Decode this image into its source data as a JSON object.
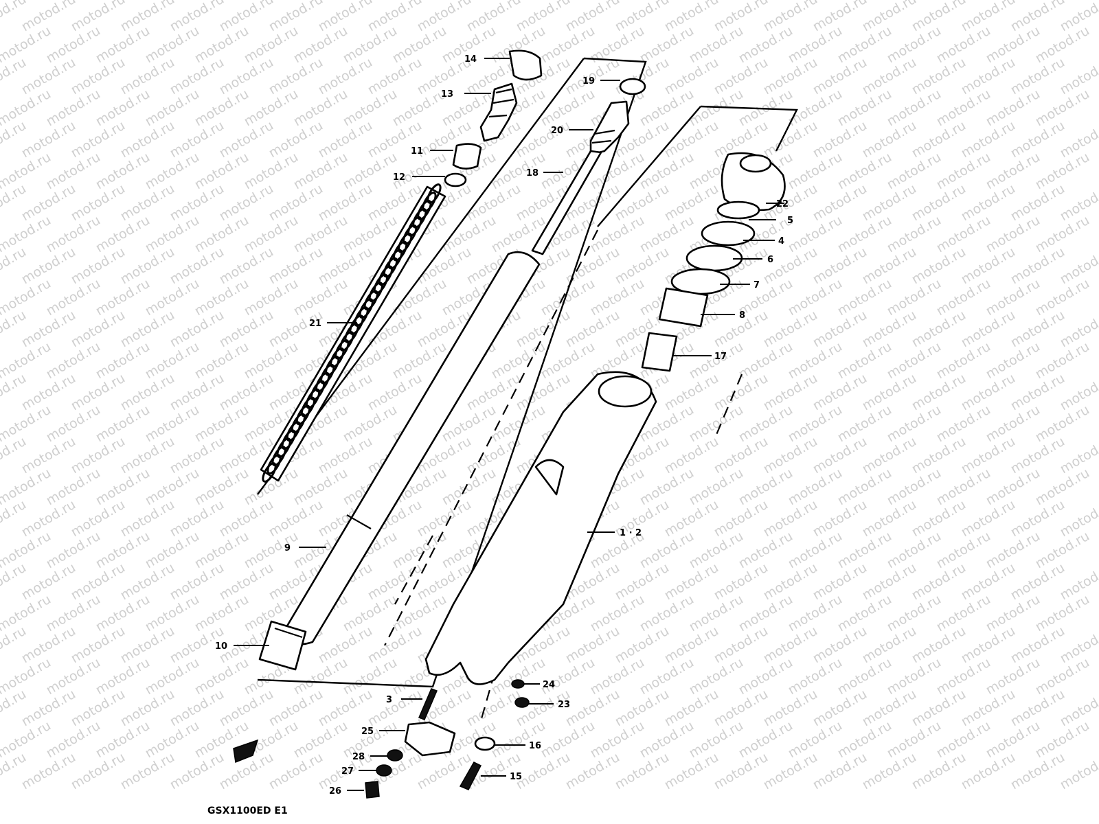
{
  "watermark": {
    "text": "motod.ru"
  },
  "diagram": {
    "model_code": "GSX1100ED E1",
    "callouts": [
      {
        "id": "c14",
        "label": "14"
      },
      {
        "id": "c13",
        "label": "13"
      },
      {
        "id": "c11",
        "label": "11"
      },
      {
        "id": "c12",
        "label": "12"
      },
      {
        "id": "c21",
        "label": "21"
      },
      {
        "id": "c19",
        "label": "19"
      },
      {
        "id": "c20",
        "label": "20"
      },
      {
        "id": "c18",
        "label": "18"
      },
      {
        "id": "c9",
        "label": "9"
      },
      {
        "id": "c10",
        "label": "10"
      },
      {
        "id": "c22",
        "label": "22"
      },
      {
        "id": "c5",
        "label": "5"
      },
      {
        "id": "c4",
        "label": "4"
      },
      {
        "id": "c6",
        "label": "6"
      },
      {
        "id": "c7",
        "label": "7"
      },
      {
        "id": "c8",
        "label": "8"
      },
      {
        "id": "c17",
        "label": "17"
      },
      {
        "id": "c12b",
        "label": "1 · 2"
      },
      {
        "id": "c24",
        "label": "24"
      },
      {
        "id": "c3",
        "label": "3"
      },
      {
        "id": "c23",
        "label": "23"
      },
      {
        "id": "c25",
        "label": "25"
      },
      {
        "id": "c16",
        "label": "16"
      },
      {
        "id": "c28",
        "label": "28"
      },
      {
        "id": "c27",
        "label": "27"
      },
      {
        "id": "c15",
        "label": "15"
      },
      {
        "id": "c26",
        "label": "26"
      }
    ]
  }
}
